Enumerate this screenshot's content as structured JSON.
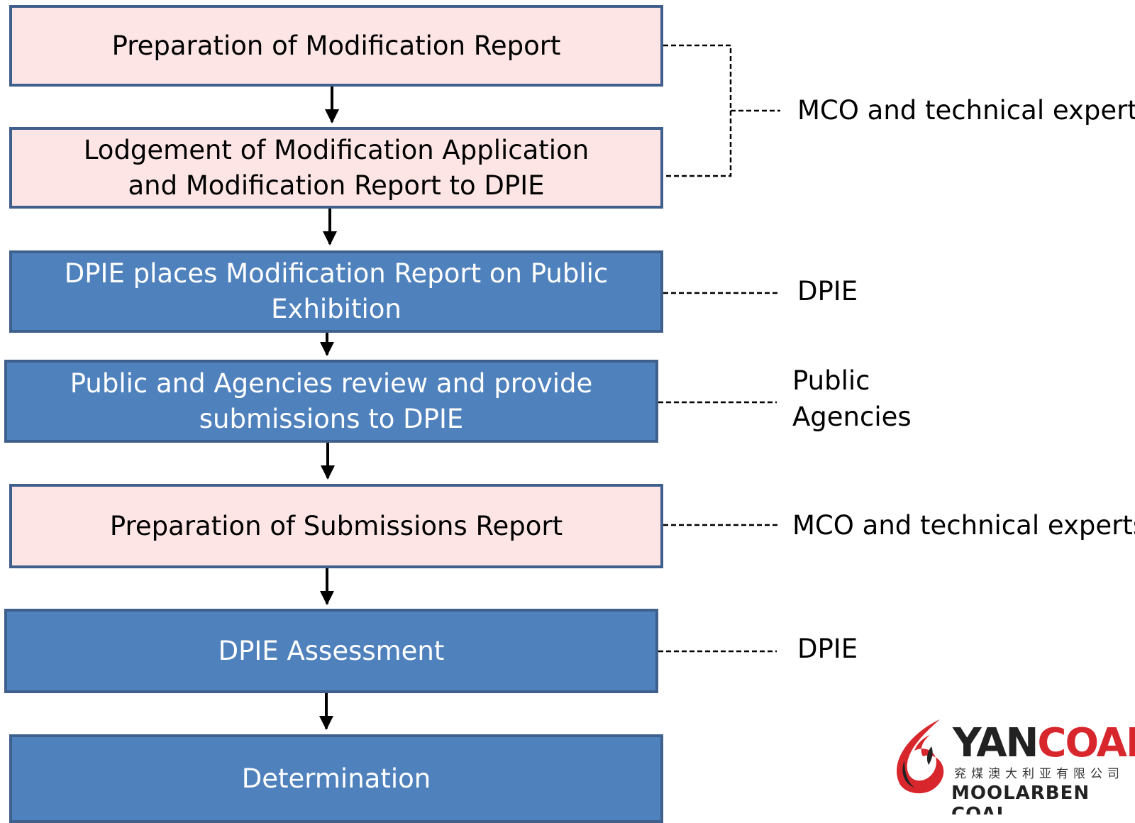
{
  "steps": [
    {
      "lines": [
        "Preparation of Modification Report"
      ],
      "style": "pink"
    },
    {
      "lines": [
        "Lodgement of Modification Application",
        "and Modification Report to DPIE"
      ],
      "style": "pink"
    },
    {
      "lines": [
        "DPIE places Modification Report on Public",
        "Exhibition"
      ],
      "style": "blue"
    },
    {
      "lines": [
        "Public and Agencies review and provide",
        "submissions to DPIE"
      ],
      "style": "blue"
    },
    {
      "lines": [
        "Preparation of Submissions Report"
      ],
      "style": "pink"
    },
    {
      "lines": [
        "DPIE Assessment"
      ],
      "style": "blue"
    },
    {
      "lines": [
        "Determination"
      ],
      "style": "blue"
    }
  ],
  "responsibility_labels": {
    "mco_top": "MCO and technical experts",
    "dpie_exhibition": "DPIE",
    "public": "Public",
    "agencies": "Agencies",
    "mco_submissions": "MCO and technical experts",
    "dpie_assessment": "DPIE"
  },
  "logo": {
    "name_part1": "YAN",
    "name_part2": "COAL",
    "chinese_name": "兖煤澳大利亚有限公司",
    "subtitle": "MOOLARBEN COAL"
  },
  "colors": {
    "pink_box": "#fde5e5",
    "blue_box": "#4f81bd",
    "box_border": "#3f5f8c",
    "logo_red": "#d8262d"
  }
}
